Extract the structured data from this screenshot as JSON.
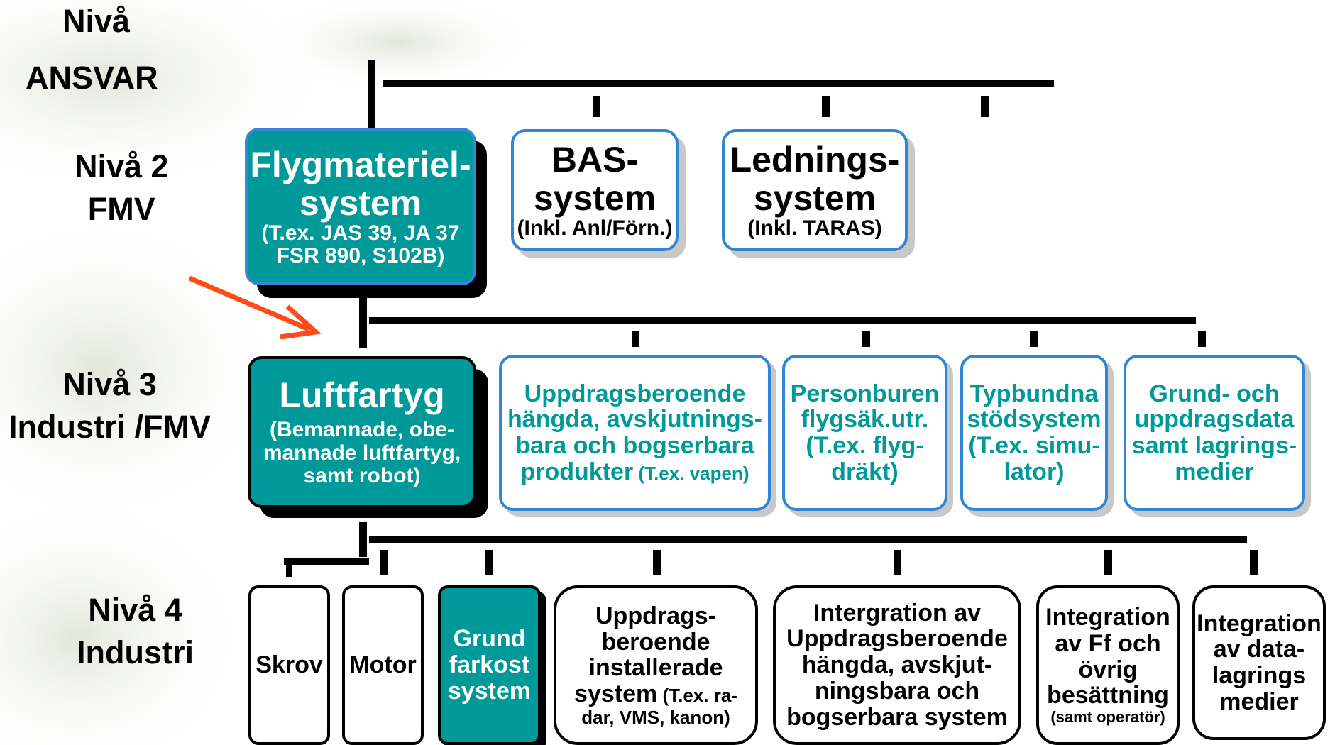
{
  "levels": {
    "niva": "Nivå",
    "ansvar": "ANSVAR",
    "niva2_a": "Nivå 2",
    "niva2_b": "FMV",
    "niva3_a": "Nivå 3",
    "niva3_b": "Industri /FMV",
    "niva4_a": "Nivå 4",
    "niva4_b": "Industri"
  },
  "level2": {
    "flygmateriel": {
      "l1": "Flygmateriel-",
      "l2": "system",
      "l3": "(T.ex. JAS 39, JA 37",
      "l4": "FSR 890, S102B)"
    },
    "bas": {
      "l1": "BAS-",
      "l2": "system",
      "l3": "(Inkl. Anl/Förn.)"
    },
    "lednings": {
      "l1": "Lednings-",
      "l2": "system",
      "l3": "(Inkl. TARAS)"
    }
  },
  "level3": {
    "luftfartyg": {
      "l1": "Luftfartyg",
      "l2": "(Bemannade, obe-",
      "l3": "mannade luftfartyg,",
      "l4": "samt robot)"
    },
    "uppdrag": {
      "l1": "Uppdragsberoende",
      "l2": "hängda, avskjutnings-",
      "l3": "bara och bogserbara",
      "l4": "produkter",
      "l4s": " (T.ex. vapen)"
    },
    "personburen": {
      "l1": "Personburen",
      "l2": "flygsäk.utr.",
      "l3": "(T.ex. flyg-",
      "l4": "dräkt)"
    },
    "typbundna": {
      "l1": "Typbundna",
      "l2": "stödsystem",
      "l3": "(T.ex. simu-",
      "l4": "lator)"
    },
    "grunddata": {
      "l1": "Grund- och",
      "l2": "uppdragsdata",
      "l3": "samt lagrings-",
      "l4": "medier"
    }
  },
  "level4": {
    "skrov": "Skrov",
    "motor": "Motor",
    "grund": {
      "l1": "Grund",
      "l2": "farkost",
      "l3": "system"
    },
    "uppdragsinst": {
      "l1": "Uppdrags-",
      "l2": "beroende",
      "l3": "installerade",
      "l4": "system",
      "l4s": " (T.ex. ra-",
      "l5": "dar, VMS, kanon)"
    },
    "intergration": {
      "l1": "Intergration av",
      "l2": "Uppdragsberoende",
      "l3": "hängda, avskjut-",
      "l4": "ningsbara och",
      "l5": "bogserbara system"
    },
    "integration_ff": {
      "l1": "Integration",
      "l2": "av Ff och",
      "l3": "övrig",
      "l4": "besättning",
      "l5": "(samt operatör)"
    },
    "integration_data": {
      "l1": "Integration",
      "l2": "av data-",
      "l3": "lagrings",
      "l4": "medier"
    }
  },
  "colors": {
    "teal": "#009999",
    "blue_border": "#2f86d6",
    "arrow": "#ff4a1a"
  }
}
